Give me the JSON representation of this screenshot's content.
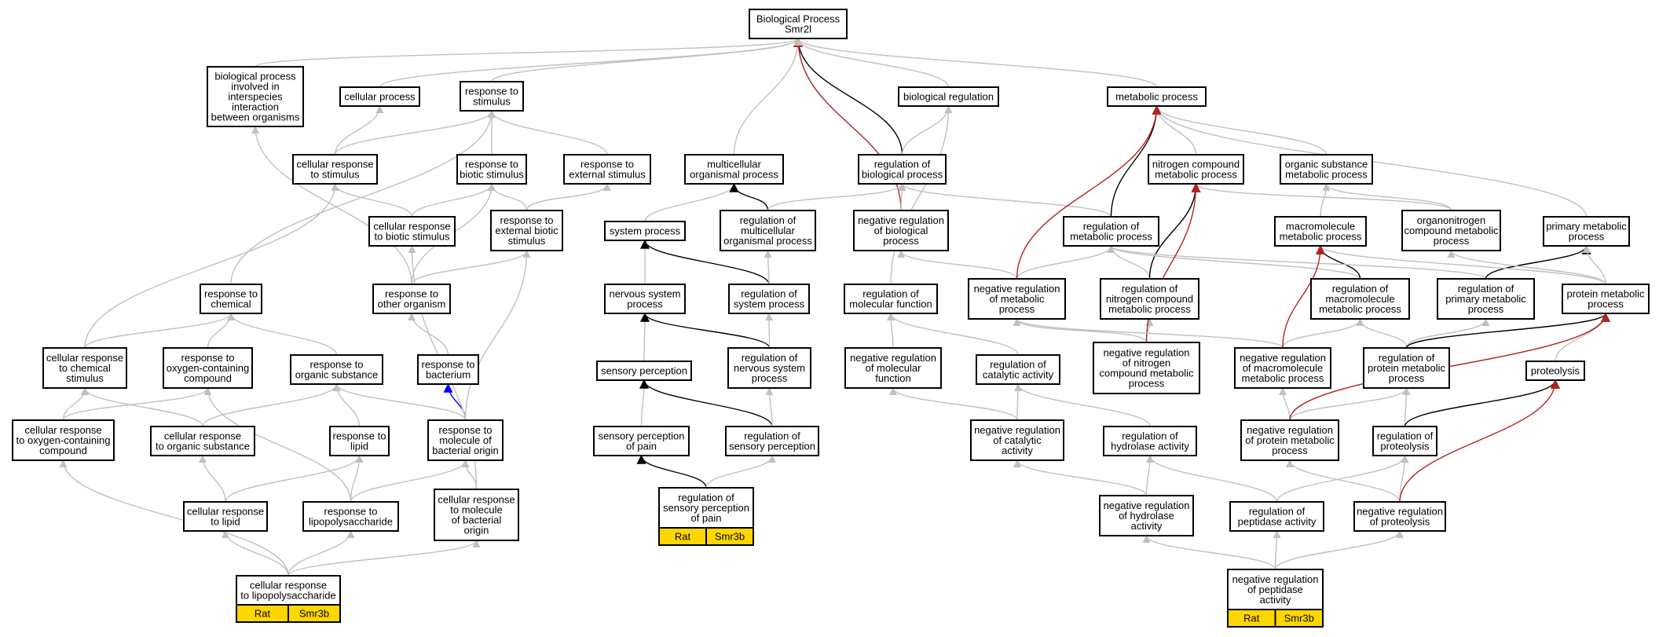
{
  "colors": {
    "gray": "#c0c0c0",
    "black": "#000000",
    "red": "#b22222",
    "blue": "#0000ff",
    "highlight": "#ffd700"
  },
  "nodes": {
    "bp": [
      "Biological Process",
      "Smr2l"
    ],
    "bpio": [
      "biological process",
      "involved in",
      "interspecies",
      "interaction",
      "between organisms"
    ],
    "cellproc": [
      "cellular process"
    ],
    "resp": [
      "response to",
      "stimulus"
    ],
    "bioreg": [
      "biological regulation"
    ],
    "metab": [
      "metabolic process"
    ],
    "cellresp": [
      "cellular response",
      "to stimulus"
    ],
    "rbiotic": [
      "response to",
      "biotic stimulus"
    ],
    "rext": [
      "response to",
      "external stimulus"
    ],
    "multi": [
      "multicellular",
      "organismal process"
    ],
    "regbp": [
      "regulation of",
      "biological process"
    ],
    "nitro": [
      "nitrogen compound",
      "metabolic process"
    ],
    "orgsub": [
      "organic substance",
      "metabolic process"
    ],
    "crbiotic": [
      "cellular response",
      "to biotic stimulus"
    ],
    "rextbio": [
      "response to",
      "external biotic",
      "stimulus"
    ],
    "sysproc": [
      "system process"
    ],
    "regmulti": [
      "regulation of",
      "multicellular",
      "organismal process"
    ],
    "negbp": [
      "negative regulation",
      "of biological",
      "process"
    ],
    "regmet": [
      "regulation of",
      "metabolic process"
    ],
    "macro": [
      "macromolecule",
      "metabolic process"
    ],
    "orgnitro": [
      "organonitrogen",
      "compound metabolic",
      "process"
    ],
    "primary": [
      "primary metabolic",
      "process"
    ],
    "rchem": [
      "response to",
      "chemical"
    ],
    "rother": [
      "response to",
      "other organism"
    ],
    "nervous": [
      "nervous system",
      "process"
    ],
    "regsys": [
      "regulation of",
      "system process"
    ],
    "regmf": [
      "regulation of",
      "molecular function"
    ],
    "negmet": [
      "negative regulation",
      "of metabolic",
      "process"
    ],
    "regnitro": [
      "regulation of",
      "nitrogen compound",
      "metabolic process"
    ],
    "regmacro": [
      "regulation of",
      "macromolecule",
      "metabolic process"
    ],
    "regprim": [
      "regulation of",
      "primary metabolic",
      "process"
    ],
    "protmet": [
      "protein metabolic",
      "process"
    ],
    "crchem": [
      "cellular response",
      "to chemical",
      "stimulus"
    ],
    "roxy": [
      "response to",
      "oxygen-containing",
      "compound"
    ],
    "rorg": [
      "response to",
      "organic substance"
    ],
    "rbact": [
      "response to",
      "bacterium"
    ],
    "sensory": [
      "sensory perception"
    ],
    "regnerv": [
      "regulation of",
      "nervous system",
      "process"
    ],
    "negmf": [
      "negative regulation",
      "of molecular",
      "function"
    ],
    "regcat": [
      "regulation of",
      "catalytic activity"
    ],
    "negnitro": [
      "negative regulation",
      "of nitrogen",
      "compound metabolic",
      "process"
    ],
    "negmacro": [
      "negative regulation",
      "of macromolecule",
      "metabolic process"
    ],
    "regprot": [
      "regulation of",
      "protein metabolic",
      "process"
    ],
    "proteo": [
      "proteolysis"
    ],
    "croxy": [
      "cellular response",
      "to oxygen-containing",
      "compound"
    ],
    "crorg": [
      "cellular response",
      "to organic substance"
    ],
    "rlipid": [
      "response to",
      "lipid"
    ],
    "rmolbact": [
      "response to",
      "molecule of",
      "bacterial origin"
    ],
    "spain": [
      "sensory perception",
      "of pain"
    ],
    "regsens": [
      "regulation of",
      "sensory perception"
    ],
    "negcat": [
      "negative regulation",
      "of catalytic",
      "activity"
    ],
    "reghyd": [
      "regulation of",
      "hydrolase activity"
    ],
    "negprot": [
      "negative regulation",
      "of protein metabolic",
      "process"
    ],
    "regproteo": [
      "regulation of",
      "proteolysis"
    ],
    "crlipid": [
      "cellular response",
      "to lipid"
    ],
    "rlps": [
      "response to",
      "lipopolysaccharide"
    ],
    "crmolbact": [
      "cellular response",
      "to molecule",
      "of bacterial",
      "origin"
    ],
    "regpain": [
      "regulation of",
      "sensory perception",
      "of pain"
    ],
    "neghyd": [
      "negative regulation",
      "of hydrolase",
      "activity"
    ],
    "regpep": [
      "regulation of",
      "peptidase activity"
    ],
    "negproteo": [
      "negative regulation",
      "of proteolysis"
    ],
    "crlps": [
      "cellular response",
      "to lipopolysaccharide"
    ],
    "negpep": [
      "negative regulation",
      "of peptidase",
      "activity"
    ]
  },
  "annotations": {
    "regpain": [
      "Rat",
      "Smr3b"
    ],
    "crlps": [
      "Rat",
      "Smr3b"
    ],
    "negpep": [
      "Rat",
      "Smr3b"
    ]
  },
  "edges": [
    [
      "cellproc",
      "bp",
      "gray"
    ],
    [
      "resp",
      "bp",
      "gray"
    ],
    [
      "bpio",
      "bp",
      "gray"
    ],
    [
      "multi",
      "bp",
      "gray"
    ],
    [
      "regbp",
      "bp",
      "black"
    ],
    [
      "negbp",
      "bp",
      "red"
    ],
    [
      "bioreg",
      "bp",
      "gray"
    ],
    [
      "metab",
      "bp",
      "gray"
    ],
    [
      "cellresp",
      "cellproc",
      "gray"
    ],
    [
      "cellresp",
      "resp",
      "gray"
    ],
    [
      "rbiotic",
      "resp",
      "gray"
    ],
    [
      "rext",
      "resp",
      "gray"
    ],
    [
      "crbiotic",
      "cellresp",
      "gray"
    ],
    [
      "crbiotic",
      "rbiotic",
      "gray"
    ],
    [
      "rextbio",
      "rbiotic",
      "gray"
    ],
    [
      "rextbio",
      "rext",
      "gray"
    ],
    [
      "sysproc",
      "multi",
      "gray"
    ],
    [
      "regmulti",
      "multi",
      "black"
    ],
    [
      "regmulti",
      "regbp",
      "gray"
    ],
    [
      "regbp",
      "bioreg",
      "gray"
    ],
    [
      "negbp",
      "regbp",
      "gray"
    ],
    [
      "regmet",
      "regbp",
      "gray"
    ],
    [
      "regmet",
      "metab",
      "black"
    ],
    [
      "nitro",
      "metab",
      "gray"
    ],
    [
      "orgsub",
      "metab",
      "gray"
    ],
    [
      "primary",
      "metab",
      "gray"
    ],
    [
      "macro",
      "orgsub",
      "gray"
    ],
    [
      "orgnitro",
      "orgsub",
      "gray"
    ],
    [
      "orgnitro",
      "nitro",
      "gray"
    ],
    [
      "rchem",
      "resp",
      "gray"
    ],
    [
      "rother",
      "rbiotic",
      "gray"
    ],
    [
      "rother",
      "rextbio",
      "gray"
    ],
    [
      "rother",
      "bpio",
      "gray"
    ],
    [
      "nervous",
      "sysproc",
      "gray"
    ],
    [
      "regsys",
      "sysproc",
      "black"
    ],
    [
      "regsys",
      "regmulti",
      "gray"
    ],
    [
      "regmf",
      "bioreg",
      "gray"
    ],
    [
      "negmet",
      "negbp",
      "gray"
    ],
    [
      "negmet",
      "regmet",
      "gray"
    ],
    [
      "negmet",
      "metab",
      "red"
    ],
    [
      "regnitro",
      "regmet",
      "gray"
    ],
    [
      "regnitro",
      "nitro",
      "black"
    ],
    [
      "regmacro",
      "regmet",
      "gray"
    ],
    [
      "regmacro",
      "macro",
      "black"
    ],
    [
      "regprim",
      "regmet",
      "gray"
    ],
    [
      "regprim",
      "primary",
      "black"
    ],
    [
      "protmet",
      "primary",
      "gray"
    ],
    [
      "protmet",
      "macro",
      "gray"
    ],
    [
      "protmet",
      "orgnitro",
      "gray"
    ],
    [
      "crchem",
      "rchem",
      "gray"
    ],
    [
      "crchem",
      "cellresp",
      "gray"
    ],
    [
      "roxy",
      "rchem",
      "gray"
    ],
    [
      "rorg",
      "rchem",
      "gray"
    ],
    [
      "rbact",
      "rother",
      "gray"
    ],
    [
      "sensory",
      "nervous",
      "gray"
    ],
    [
      "regnerv",
      "nervous",
      "black"
    ],
    [
      "regnerv",
      "regsys",
      "gray"
    ],
    [
      "negmf",
      "regmf",
      "gray"
    ],
    [
      "regcat",
      "regmf",
      "gray"
    ],
    [
      "negnitro",
      "negmet",
      "gray"
    ],
    [
      "negnitro",
      "regnitro",
      "gray"
    ],
    [
      "negnitro",
      "nitro",
      "red"
    ],
    [
      "negmacro",
      "negmet",
      "gray"
    ],
    [
      "negmacro",
      "regmacro",
      "gray"
    ],
    [
      "negmacro",
      "macro",
      "red"
    ],
    [
      "regprot",
      "regmacro",
      "gray"
    ],
    [
      "regprot",
      "regprim",
      "gray"
    ],
    [
      "regprot",
      "protmet",
      "black"
    ],
    [
      "proteo",
      "protmet",
      "gray"
    ],
    [
      "croxy",
      "roxy",
      "gray"
    ],
    [
      "croxy",
      "crchem",
      "gray"
    ],
    [
      "crorg",
      "rorg",
      "gray"
    ],
    [
      "crorg",
      "crchem",
      "gray"
    ],
    [
      "rlipid",
      "rorg",
      "gray"
    ],
    [
      "rmolbact",
      "rbact",
      "blue"
    ],
    [
      "rmolbact",
      "rorg",
      "gray"
    ],
    [
      "rmolbact",
      "rextbio",
      "gray"
    ],
    [
      "spain",
      "sensory",
      "gray"
    ],
    [
      "regsens",
      "sensory",
      "black"
    ],
    [
      "regsens",
      "regnerv",
      "gray"
    ],
    [
      "negcat",
      "regcat",
      "gray"
    ],
    [
      "negcat",
      "negmf",
      "gray"
    ],
    [
      "reghyd",
      "regcat",
      "gray"
    ],
    [
      "negprot",
      "negmacro",
      "gray"
    ],
    [
      "negprot",
      "regprot",
      "gray"
    ],
    [
      "negprot",
      "protmet",
      "red"
    ],
    [
      "regproteo",
      "regprot",
      "gray"
    ],
    [
      "regproteo",
      "proteo",
      "black"
    ],
    [
      "crlipid",
      "rlipid",
      "gray"
    ],
    [
      "crlipid",
      "crorg",
      "gray"
    ],
    [
      "rlps",
      "rlipid",
      "gray"
    ],
    [
      "rlps",
      "roxy",
      "gray"
    ],
    [
      "rlps",
      "rmolbact",
      "gray"
    ],
    [
      "crmolbact",
      "rmolbact",
      "gray"
    ],
    [
      "crmolbact",
      "crbiotic",
      "gray"
    ],
    [
      "regpain",
      "spain",
      "black"
    ],
    [
      "regpain",
      "regsens",
      "gray"
    ],
    [
      "neghyd",
      "reghyd",
      "gray"
    ],
    [
      "neghyd",
      "negcat",
      "gray"
    ],
    [
      "regpep",
      "reghyd",
      "gray"
    ],
    [
      "regpep",
      "regproteo",
      "gray"
    ],
    [
      "negproteo",
      "regproteo",
      "gray"
    ],
    [
      "negproteo",
      "negprot",
      "gray"
    ],
    [
      "negproteo",
      "proteo",
      "red"
    ],
    [
      "crlps",
      "croxy",
      "gray"
    ],
    [
      "crlps",
      "crlipid",
      "gray"
    ],
    [
      "crlps",
      "rlps",
      "gray"
    ],
    [
      "crlps",
      "crmolbact",
      "gray"
    ],
    [
      "negpep",
      "neghyd",
      "gray"
    ],
    [
      "negpep",
      "regpep",
      "gray"
    ],
    [
      "negpep",
      "negproteo",
      "gray"
    ]
  ]
}
